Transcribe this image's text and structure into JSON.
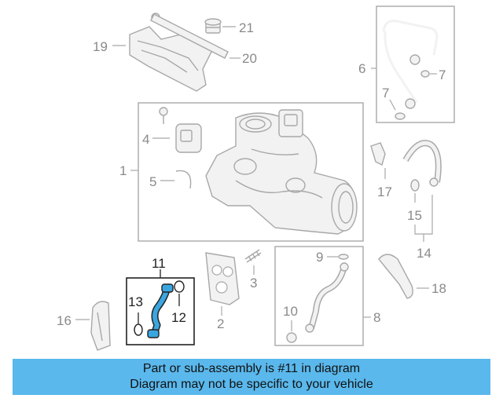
{
  "callouts": {
    "n1": "1",
    "n2": "2",
    "n3": "3",
    "n4": "4",
    "n5": "5",
    "n6": "6",
    "n7a": "7",
    "n7b": "7",
    "n8": "8",
    "n9": "9",
    "n10": "10",
    "n11": "11",
    "n12": "12",
    "n13": "13",
    "n14": "14",
    "n15": "15",
    "n16": "16",
    "n17": "17",
    "n18": "18",
    "n19": "19",
    "n20": "20",
    "n21": "21"
  },
  "highlight_color": "#3aa6e0",
  "banner": {
    "line1": "Part or sub-assembly is #11 in diagram",
    "line2": "Diagram may not be specific to your vehicle",
    "color": "#5ab8ec"
  }
}
